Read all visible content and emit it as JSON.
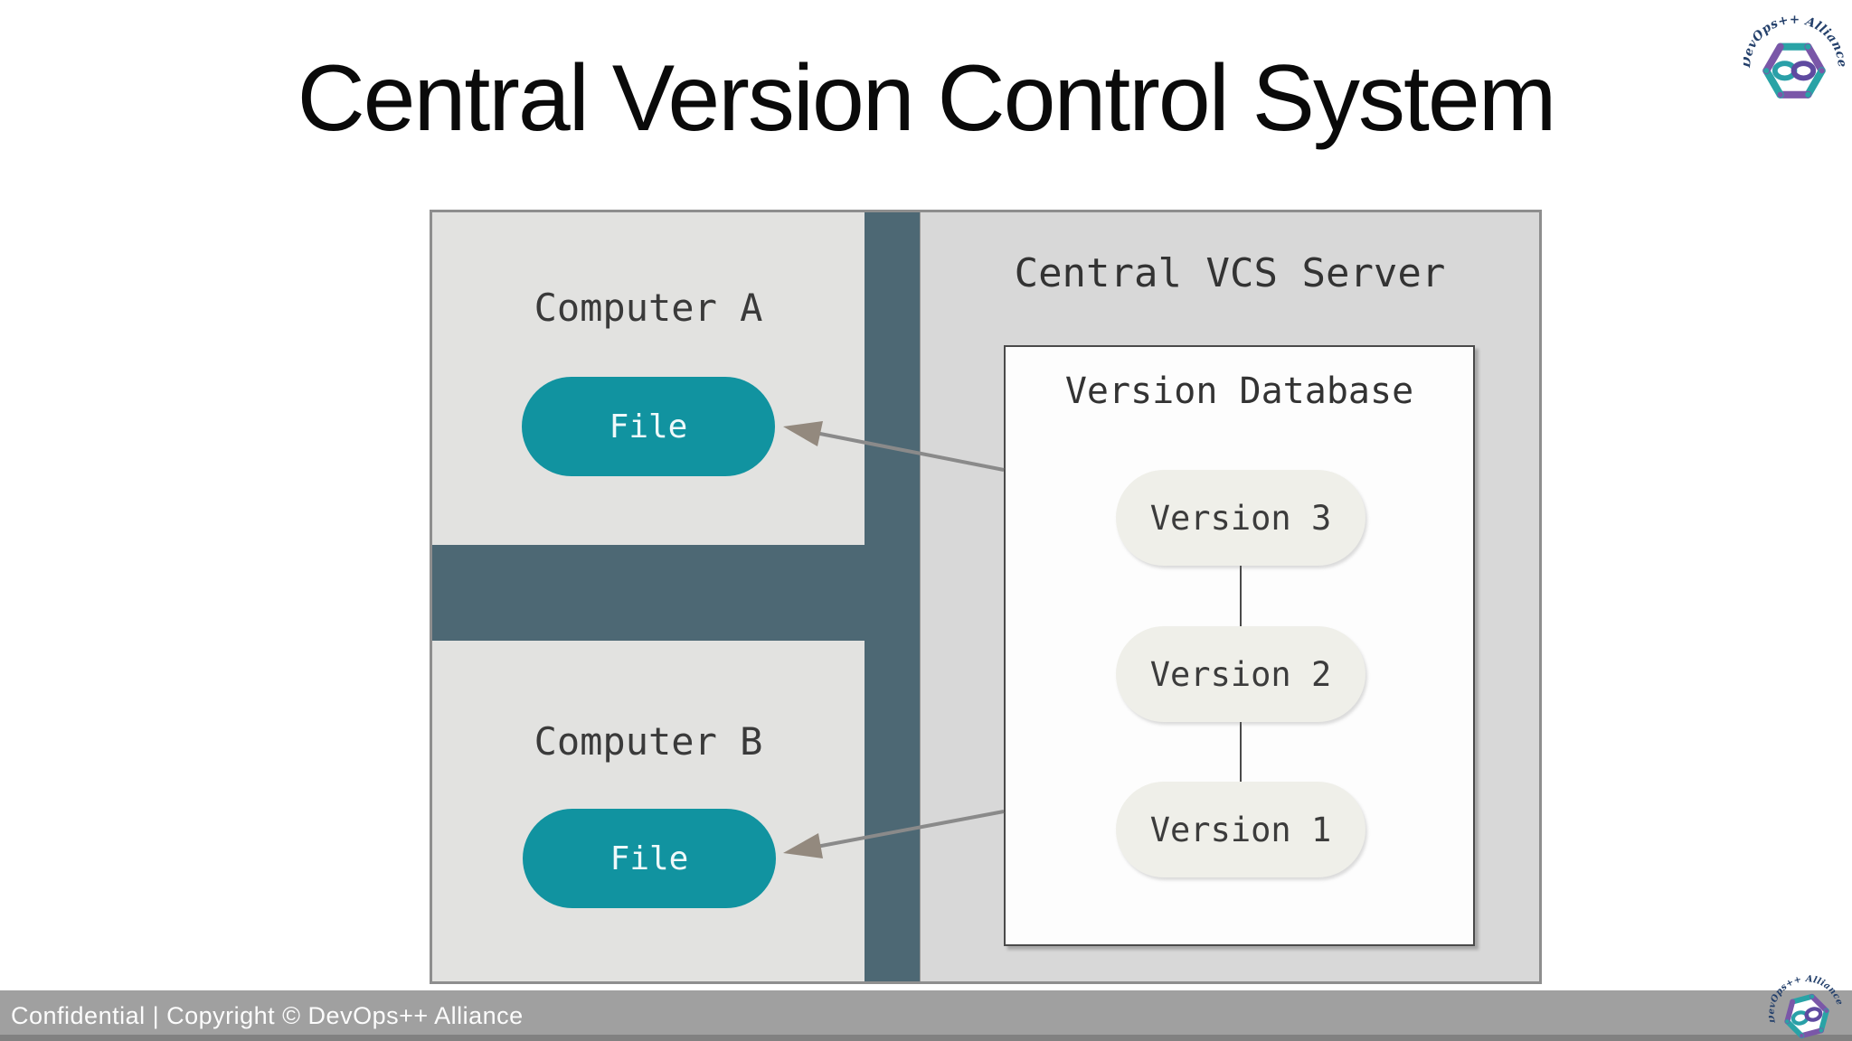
{
  "title": "Central Version Control System",
  "logo": {
    "text": "DevOps++ Alliance"
  },
  "diagram": {
    "computer_a": {
      "label": "Computer A",
      "file_label": "File"
    },
    "computer_b": {
      "label": "Computer B",
      "file_label": "File"
    },
    "server": {
      "label": "Central VCS Server"
    },
    "version_db": {
      "label": "Version Database",
      "versions": [
        "Version 3",
        "Version 2",
        "Version 1"
      ]
    }
  },
  "footer": {
    "text": "Confidential  |  Copyright © DevOps++ Alliance"
  },
  "colors": {
    "diagram_background_teal": "#4d6874",
    "file_pill_teal": "#1193a0",
    "computer_box_gray": "#e2e2e0",
    "server_box_gray": "#d8d8d8",
    "version_pill": "#efefe9",
    "footer_bar_gray": "#a0a0a0",
    "arrow_gray": "#8a8a8a",
    "logo_teal": "#29a3a6",
    "logo_purple": "#7a57a8",
    "logo_text_navy": "#24406b"
  }
}
